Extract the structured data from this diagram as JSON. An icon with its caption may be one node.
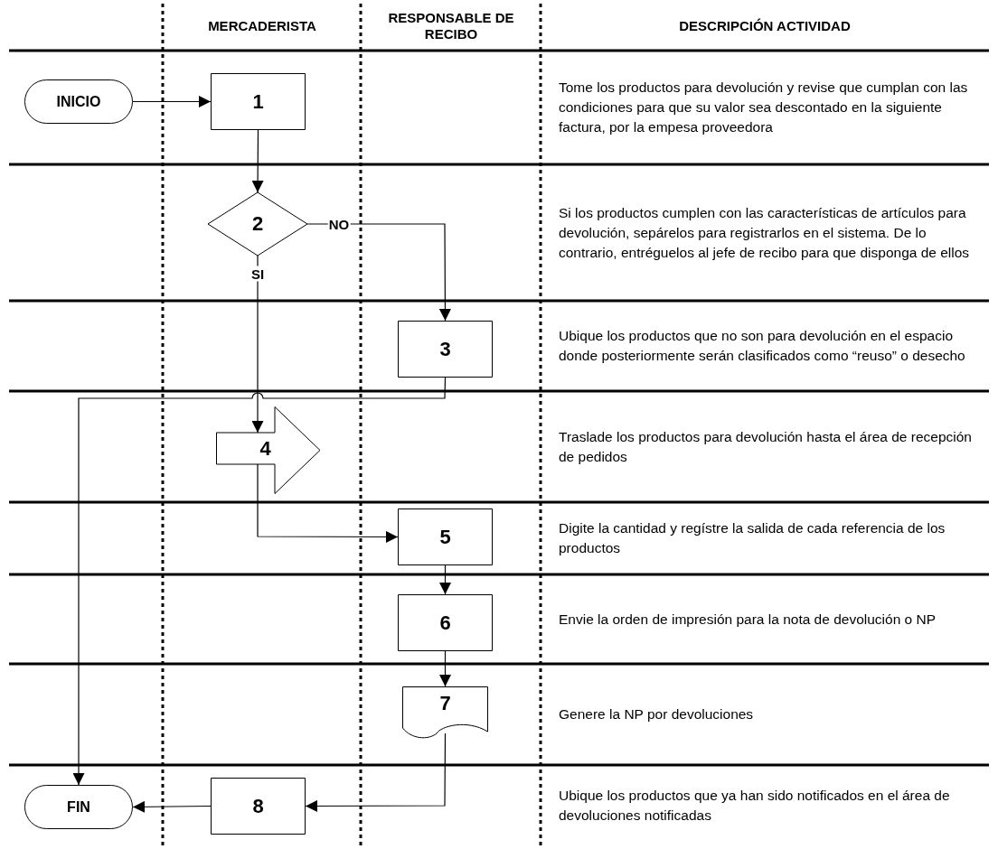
{
  "diagram": {
    "nodes": [
      {
        "text": [
          "INICIO"
        ]
      },
      {
        "text": [
          "1"
        ]
      },
      {
        "text": [
          "2"
        ]
      },
      {
        "text": [
          "3"
        ]
      },
      {
        "text": [
          "4"
        ]
      },
      {
        "text": [
          "5"
        ]
      },
      {
        "text": [
          "6"
        ]
      },
      {
        "text": [
          "7"
        ]
      },
      {
        "text": [
          "8"
        ]
      },
      {
        "text": [
          "FIN"
        ]
      }
    ],
    "edges": [
      {
        "from": 0,
        "to": 1,
        "arrow": "to"
      },
      {
        "from": 1,
        "to": 2,
        "arrow": "to"
      },
      {
        "from": 2,
        "to": 3,
        "arrow": "to",
        "label": "NO"
      },
      {
        "from": 2,
        "to": 4,
        "arrow": "to",
        "label": "SI"
      },
      {
        "from": 3,
        "to": 9,
        "arrow": "to"
      },
      {
        "from": 4,
        "to": 5,
        "arrow": "to"
      },
      {
        "from": 5,
        "to": 6,
        "arrow": "to"
      },
      {
        "from": 6,
        "to": 7,
        "arrow": "to"
      },
      {
        "from": 7,
        "to": 8,
        "arrow": "to"
      },
      {
        "from": 8,
        "to": 9,
        "arrow": "to"
      }
    ],
    "labels": [
      "MERCADERISTA",
      "RESPONSABLE DE RECIBO",
      "DESCRIPCIÓN ACTIVIDAD",
      "Tome los productos para devolución y revise que cumplan con las condiciones para que su valor sea descontado en la siguiente factura, por la empesa proveedora",
      "Si los productos cumplen con las características de artículos para devolución, sepárelos para registrarlos en el sistema. De lo contrario, entréguelos al jefe de recibo para que disponga de ellos",
      "Ubique los productos que no son para devolución en el espacio donde posteriormente serán clasificados como “reuso” o desecho",
      "Traslade los productos para devolución hasta el área de recepción de pedidos",
      "Digite la cantidad y regístre la salida de cada referencia de los productos",
      "Envie la orden de impresión para la nota de devolución o NP",
      "Genere la NP por devoluciones",
      "Ubique los productos que ya han sido notificados en el área de devoluciones notificadas"
    ]
  }
}
